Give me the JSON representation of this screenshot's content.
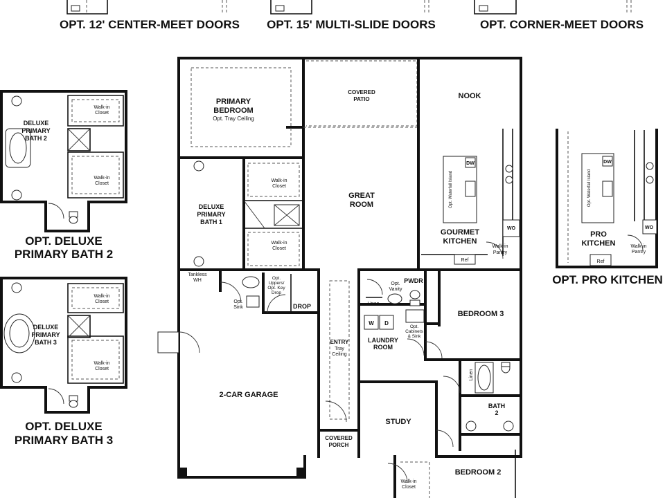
{
  "captions": {
    "center_meet": "OPT. 12' CENTER-MEET DOORS",
    "multi_slide": "OPT. 15' MULTI-SLIDE DOORS",
    "corner_meet": "OPT. CORNER-MEET DOORS",
    "deluxe_bath_2_l1": "OPT. DELUXE",
    "deluxe_bath_2_l2": "PRIMARY BATH 2",
    "deluxe_bath_3_l1": "OPT. DELUXE",
    "deluxe_bath_3_l2": "PRIMARY BATH 3",
    "pro_kitchen": "OPT. PRO KITCHEN"
  },
  "rooms": {
    "primary_bedroom_l1": "PRIMARY",
    "primary_bedroom_l2": "BEDROOM",
    "tray_ceiling": "Opt. Tray Ceiling",
    "covered_patio_l1": "COVERED",
    "covered_patio_l2": "PATIO",
    "nook": "NOOK",
    "great_room_l1": "GREAT",
    "great_room_l2": "ROOM",
    "gourmet_kitchen_l1": "GOURMET",
    "gourmet_kitchen_l2": "KITCHEN",
    "deluxe_bath1_l1": "DELUXE",
    "deluxe_bath1_l2": "PRIMARY",
    "deluxe_bath1_l3": "BATH 1",
    "walkin_closet_l1": "Walk-in",
    "walkin_closet_l2": "Closet",
    "walkin_pantry_l1": "Walk-in",
    "walkin_pantry_l2": "Pantry",
    "ref": "Ref",
    "dw": "DW",
    "wo": "WO",
    "waterfall_island": "Opt. Waterfall Island",
    "tankless_l1": "Tankless",
    "tankless_l2": "WH",
    "opt_sink_l1": "Opt.",
    "opt_sink_l2": "Sink",
    "opt_uppers_l1": "Opt.",
    "opt_uppers_l2": "Uppers/",
    "opt_uppers_l3": "Opt. Key",
    "opt_uppers_l4": "Drop",
    "drop": "DROP",
    "linen": "Linen",
    "opt_vanity_l1": "Opt.",
    "opt_vanity_l2": "Vanity",
    "pwdr": "PWDR",
    "washer": "W",
    "dryer": "D",
    "opt_cabinets_l1": "Opt.",
    "opt_cabinets_l2": "Cabinets",
    "opt_cabinets_l3": "& Sink",
    "laundry_l1": "LAUNDRY",
    "laundry_l2": "ROOM",
    "bedroom3": "BEDROOM 3",
    "entry_l1": "ENTRY",
    "entry_l2": "Tray",
    "entry_l3": "Ceiling",
    "garage": "2-CAR GARAGE",
    "study": "STUDY",
    "covered_porch_l1": "COVERED",
    "covered_porch_l2": "PORCH",
    "bath2_l1": "BATH",
    "bath2_l2": "2",
    "bedroom2": "BEDROOM 2",
    "deluxe_bath2_l1": "DELUXE",
    "deluxe_bath2_l2": "PRIMARY",
    "deluxe_bath2_l3": "BATH 2",
    "deluxe_bath3_l1": "DELUXE",
    "deluxe_bath3_l2": "PRIMARY",
    "deluxe_bath3_l3": "BATH 3",
    "pro_kitchen_l1": "PRO",
    "pro_kitchen_l2": "KITCHEN"
  }
}
